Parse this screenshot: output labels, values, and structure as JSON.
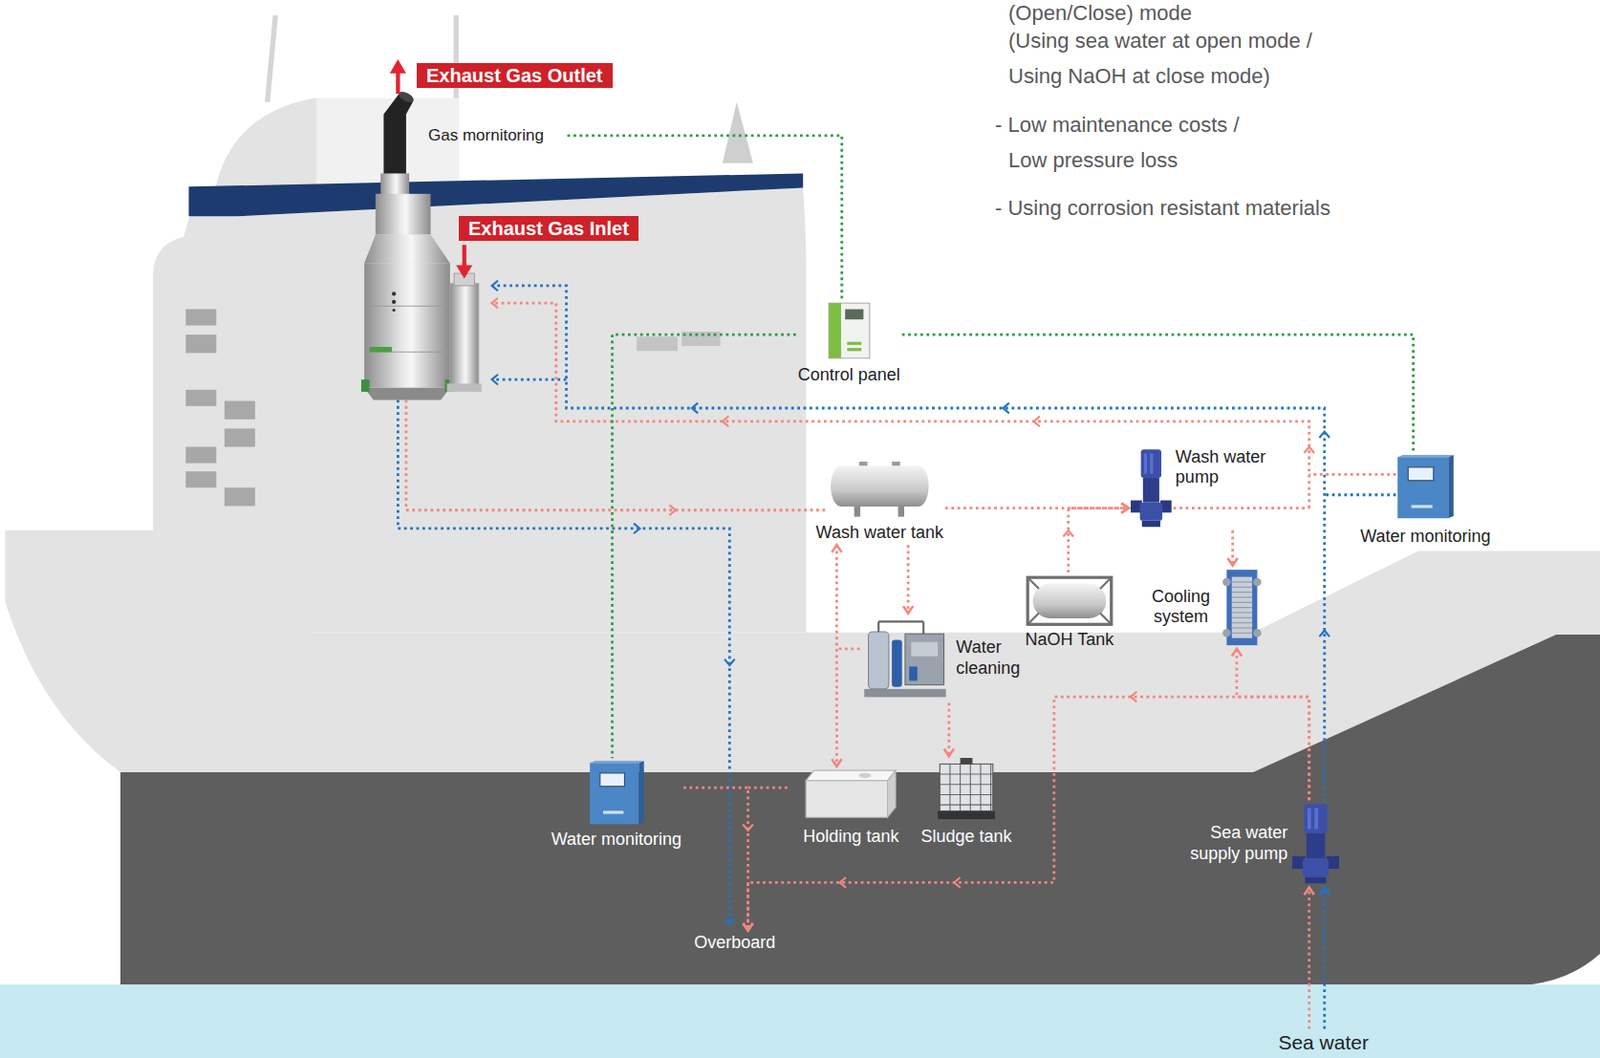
{
  "diagram": {
    "nodes": [
      {
        "text": [
          "Control panel"
        ]
      },
      {
        "text": [
          "Wash water tank"
        ]
      },
      {
        "text": [
          "Wash water pump"
        ]
      },
      {
        "text": [
          "Water monitoring"
        ]
      },
      {
        "text": [
          "NaOH Tank"
        ]
      },
      {
        "text": [
          "Cooling system"
        ]
      },
      {
        "text": [
          "Water cleaning"
        ]
      },
      {
        "text": [
          "Water monitoring"
        ]
      },
      {
        "text": [
          "Holding tank"
        ]
      },
      {
        "text": [
          "Sludge tank"
        ]
      },
      {
        "text": [
          "Sea water supply pump"
        ]
      },
      {
        "text": [
          "Overboard"
        ]
      },
      {
        "text": [
          "Sea water"
        ]
      }
    ],
    "edges": [
      {
        "from": 0,
        "to": 3,
        "arrow": "none"
      },
      {
        "from": 0,
        "to": 7,
        "arrow": "none"
      },
      {
        "from": 1,
        "to": 2,
        "arrow": "to"
      },
      {
        "from": 4,
        "to": 2,
        "arrow": "to"
      },
      {
        "from": 2,
        "to": 5,
        "arrow": "to"
      },
      {
        "from": 1,
        "to": 6,
        "arrow": "to"
      },
      {
        "from": 1,
        "to": 8,
        "arrow": "both"
      },
      {
        "from": 6,
        "to": 9,
        "arrow": "to"
      },
      {
        "from": 10,
        "to": 5,
        "arrow": "to"
      },
      {
        "from": 10,
        "to": 11,
        "arrow": "to"
      },
      {
        "from": 12,
        "to": 10,
        "arrow": "to"
      },
      {
        "from": 12,
        "to": 10,
        "arrow": "to"
      },
      {
        "from": 7,
        "to": 11,
        "arrow": "to"
      }
    ],
    "labels": [
      "Exhaust Gas Outlet",
      "(Open/Close) mode",
      "(Using sea water at open mode / Using NaOH at close mode)",
      "- Low maintenance costs / Low pressure loss",
      "- Using corrosion resistant materials",
      "Gas mornitoring",
      "Exhaust Gas Inlet"
    ]
  }
}
